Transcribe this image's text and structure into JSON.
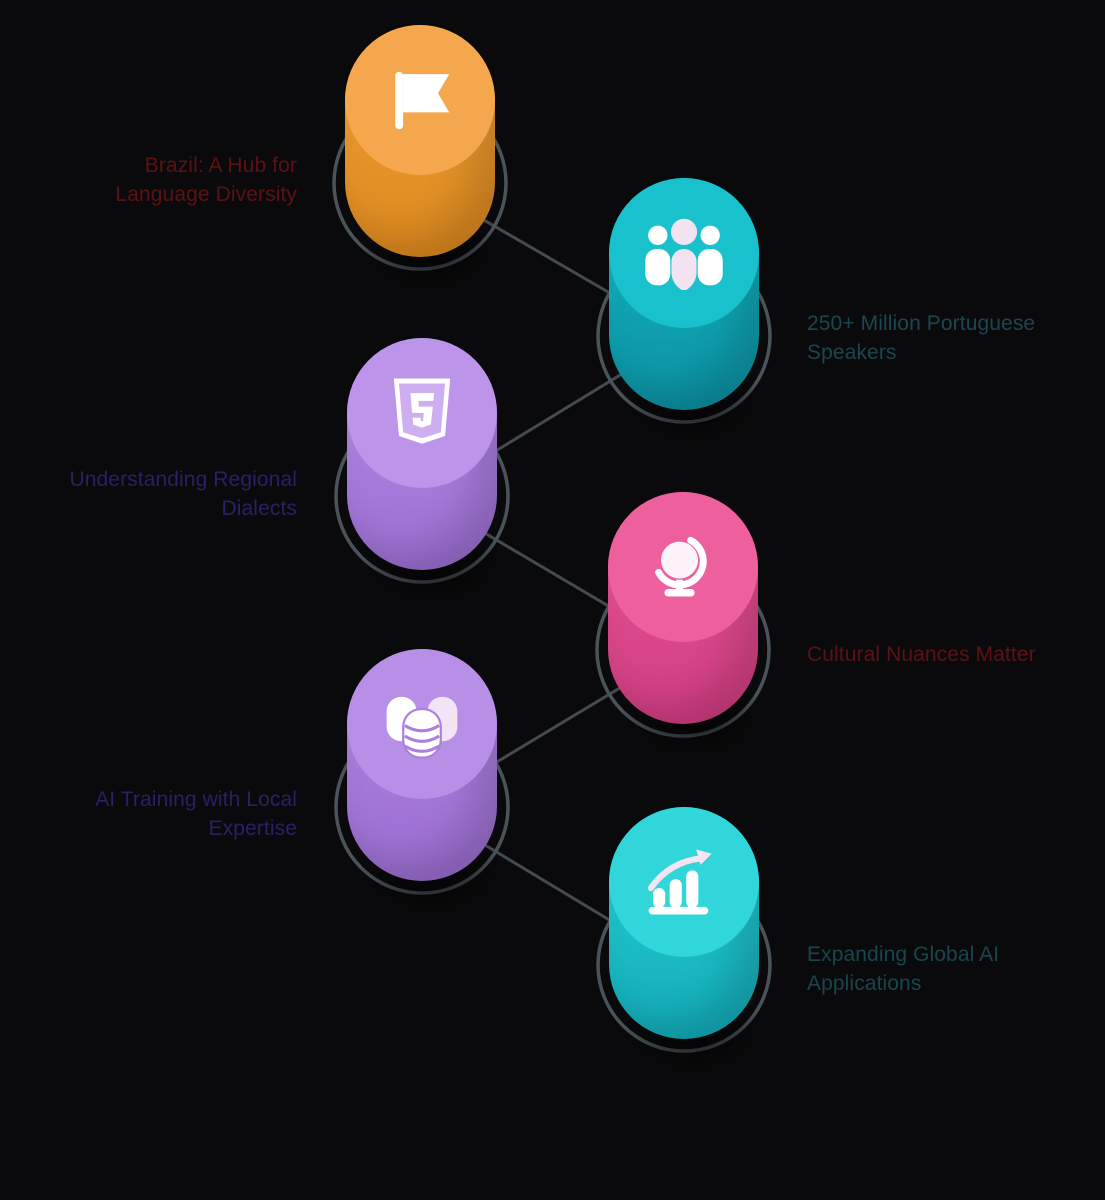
{
  "figure": {
    "type": "infographic-zigzag-cylinder-diagram",
    "background_color": "#0a0a0c",
    "connector_color": "#434b50",
    "ring_color": "#4a535a",
    "icon_color": "#ffffff"
  },
  "items": [
    {
      "id": "brazil-hub",
      "label": "Brazil: A Hub for Language Diversity",
      "icon": "flag-icon",
      "label_side": "left",
      "colors": {
        "cap": "#f4a74d",
        "body_top": "#eb9a32",
        "body_bottom": "#de8a1f",
        "label": "#5c1215"
      }
    },
    {
      "id": "portuguese-speakers",
      "label": "250+ Million Portuguese Speakers",
      "icon": "people-icon",
      "label_side": "right",
      "colors": {
        "cap": "#18c1cc",
        "body_top": "#12aebc",
        "body_bottom": "#0c93a4",
        "label": "#1d4650"
      }
    },
    {
      "id": "regional-dialects",
      "label": "Understanding Regional Dialects",
      "icon": "html5-shield-icon",
      "label_side": "left",
      "colors": {
        "cap": "#bc94e9",
        "body_top": "#ae84e1",
        "body_bottom": "#9d70d3",
        "label": "#272264"
      }
    },
    {
      "id": "cultural-nuances",
      "label": "Cultural Nuances Matter",
      "icon": "globe-icon",
      "label_side": "right",
      "colors": {
        "cap": "#ee5f9d",
        "body_top": "#e35090",
        "body_bottom": "#d23e83",
        "label": "#5c1215"
      }
    },
    {
      "id": "ai-training",
      "label": "AI Training with Local Expertise",
      "icon": "database-icon",
      "label_side": "left",
      "colors": {
        "cap": "#b88fe7",
        "body_top": "#ab80de",
        "body_bottom": "#9b6ed1",
        "label": "#272264"
      }
    },
    {
      "id": "global-ai",
      "label": "Expanding Global AI Applications",
      "icon": "growth-chart-icon",
      "label_side": "right",
      "colors": {
        "cap": "#30d6da",
        "body_top": "#23c7ce",
        "body_bottom": "#13aebb",
        "label": "#19454e"
      }
    }
  ]
}
